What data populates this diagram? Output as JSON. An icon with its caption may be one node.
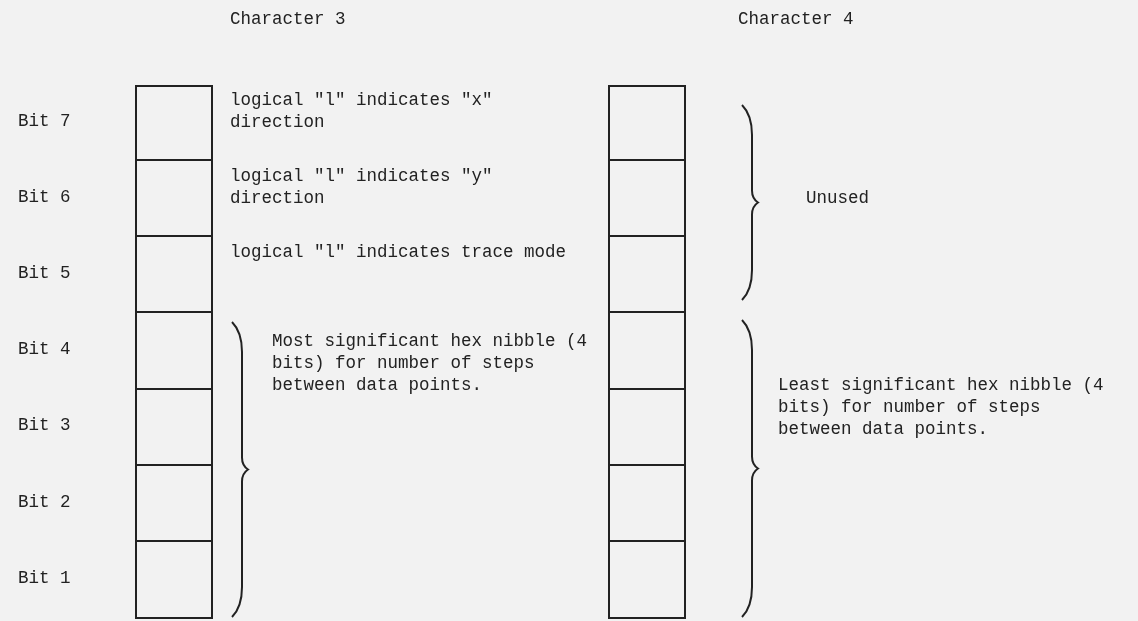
{
  "diagram": {
    "nodes": [
      {
        "text": [],
        "shape": "box"
      },
      {
        "text": [],
        "shape": "box"
      },
      {
        "text": [],
        "shape": "box"
      },
      {
        "text": [],
        "shape": "box"
      },
      {
        "text": [],
        "shape": "box"
      },
      {
        "text": [],
        "shape": "box"
      },
      {
        "text": [],
        "shape": "box"
      },
      {
        "text": [],
        "shape": "box"
      },
      {
        "text": [],
        "shape": "box"
      },
      {
        "text": [],
        "shape": "box"
      },
      {
        "text": [],
        "shape": "box"
      },
      {
        "text": [],
        "shape": "box"
      },
      {
        "text": [],
        "shape": "box"
      },
      {
        "text": [],
        "shape": "box"
      }
    ],
    "labels": [
      "Character 3",
      "Character 4",
      "Bit 7",
      "logical \"l\" indicates \"x\" direction",
      "Bit 6",
      "logical \"l\" indicates \"y\" direction",
      "Unused",
      "Bit 5",
      "logical \"l\" indicates trace mode",
      "Bit 4",
      "Most significant hex nibble (4 bits) for number of steps between data points.",
      "Least significant hex nibble (4 bits) for number of steps between data points.",
      "Bit 3",
      "Bit 2",
      "Bit 1"
    ]
  }
}
